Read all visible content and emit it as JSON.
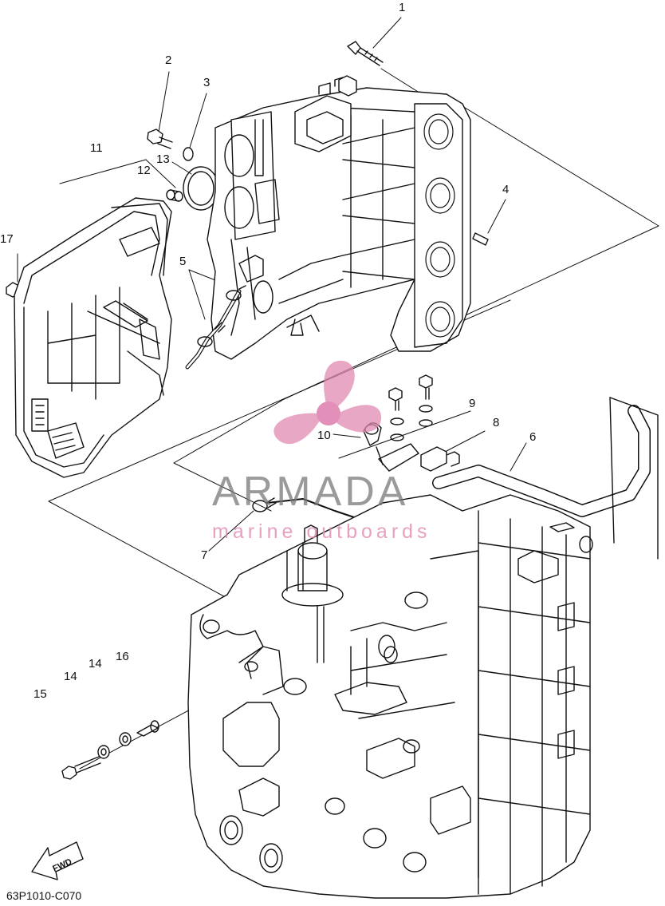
{
  "callouts": [
    {
      "id": "1",
      "text": "1"
    },
    {
      "id": "2",
      "text": "2"
    },
    {
      "id": "3",
      "text": "3"
    },
    {
      "id": "4",
      "text": "4"
    },
    {
      "id": "5",
      "text": "5"
    },
    {
      "id": "6",
      "text": "6"
    },
    {
      "id": "7",
      "text": "7"
    },
    {
      "id": "8",
      "text": "8"
    },
    {
      "id": "9",
      "text": "9"
    },
    {
      "id": "10",
      "text": "10"
    },
    {
      "id": "11",
      "text": "11"
    },
    {
      "id": "12",
      "text": "12"
    },
    {
      "id": "13",
      "text": "13"
    },
    {
      "id": "14a",
      "text": "14"
    },
    {
      "id": "14b",
      "text": "14"
    },
    {
      "id": "15",
      "text": "15"
    },
    {
      "id": "16",
      "text": "16"
    },
    {
      "id": "17",
      "text": "17"
    }
  ],
  "fwd_label": "FWD",
  "diagram_code": "63P1010-C070",
  "watermark": {
    "title": "ARMADA",
    "subtitle": "marine outboards",
    "color_gray": "#787878",
    "color_pink": "#e08ab2"
  }
}
